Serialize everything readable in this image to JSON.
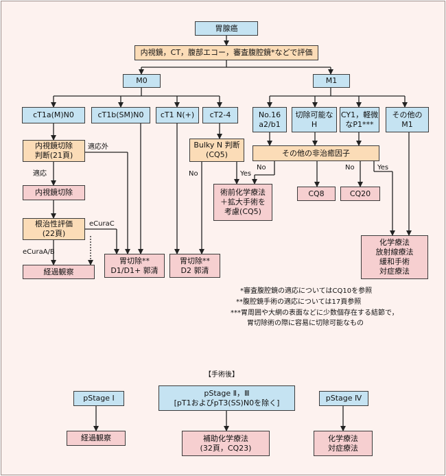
{
  "colors": {
    "blue": "#c5e3f2",
    "orange": "#fbdcb7",
    "pink": "#f6cfd0",
    "line": "#222222",
    "background": "#fdf2ef"
  },
  "nodes": {
    "stomach_cancer": "胃腺癌",
    "evaluation": "内視鏡，CT，腹部エコー，審査腹腔鏡*などで評価",
    "m0": "M0",
    "m1": "M1",
    "ct1a": "cT1a(M)N0",
    "ct1b": "cT1b(SM)N0",
    "ct1n": "cT1 N(+)",
    "ct2": "cT2-4",
    "no16": "No.16\na2/b1",
    "resectable_h": "切除可能な\nH",
    "cy1": "CY1，軽微\nなP1***",
    "other_m1": "その他の\nM1",
    "endo_judge": "内視鏡切除\n判断(21頁)",
    "bulky": "Bulky N 判断\n(CQ5)",
    "non_curative": "その他の非治癒因子",
    "endo_resection": "内視鏡切除",
    "preop_chemo": "術前化学療法\n＋拡大手術を\n考慮(CQ5)",
    "cq8": "CQ8",
    "cq20": "CQ20",
    "curative_eval": "根治性評価\n(22頁)",
    "chemo_list": "化学療法\n放射線療法\n緩和手術\n対症療法",
    "gastrectomy_d1": "胃切除**\nD1/D1+ 郭清",
    "gastrectomy_d2": "胃切除**\nD2 郭清",
    "observation": "経過観察",
    "postop_header": "【手術後】",
    "pstage1": "pStage Ⅰ",
    "pstage23": "pStage Ⅱ，Ⅲ\n[pT1およびpT3(SS)N0を除く]",
    "pstage4": "pStage Ⅳ",
    "post_observation": "経過観察",
    "adjuvant": "補助化学療法\n(32頁，CQ23)",
    "chemo_symptom": "化学療法\n対症療法"
  },
  "labels": {
    "indication_out": "適応外",
    "indication": "適応",
    "ecurac": "eCuraC",
    "ecuraab": "eCuraA/B",
    "no_bulky": "No",
    "yes_bulky": "Yes",
    "no_1": "No",
    "no_2": "No",
    "yes_2": "Yes"
  },
  "notes": [
    "*審査腹腔鏡の適応についてはCQ10を参照",
    "**腹腔鏡手術の適応については17頁参照",
    "***胃周囲や大網の表面などに少数個存在する結節で，",
    "胃切除術の際に容易に切除可能なもの"
  ]
}
